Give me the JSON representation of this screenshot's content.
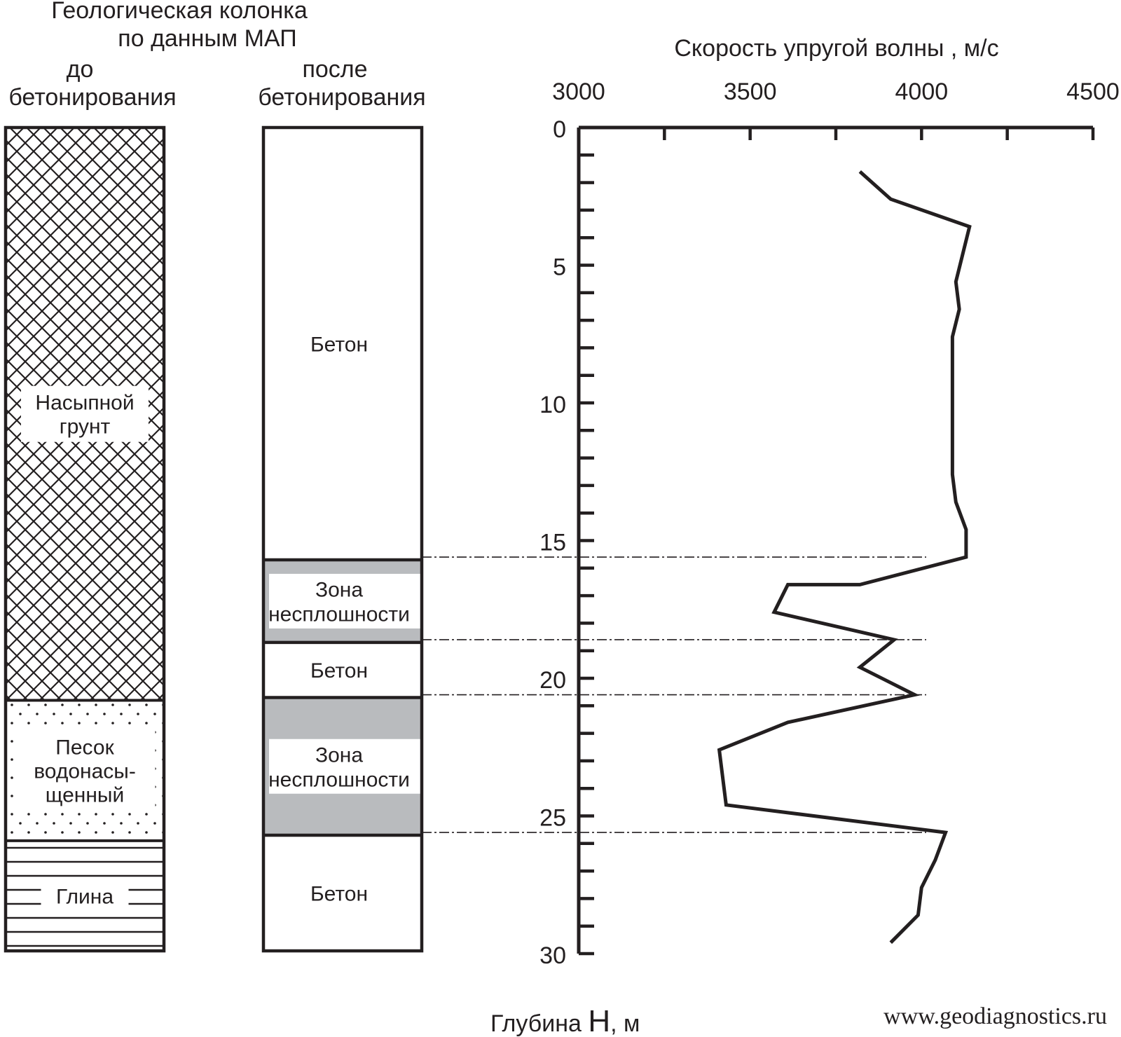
{
  "title": {
    "line1": "Геологическая колонка",
    "line2": "по данным МАП"
  },
  "before_column": {
    "header_line1": "до",
    "header_line2": "бетонирования",
    "layers": [
      {
        "from": 0,
        "to": 20.8,
        "pattern": "crosshatch",
        "label_lines": [
          "Насыпной",
          "грунт"
        ]
      },
      {
        "from": 20.8,
        "to": 25.9,
        "pattern": "dots",
        "label_lines": [
          "Песок",
          "водонасы-",
          "щенный"
        ]
      },
      {
        "from": 25.9,
        "to": 29.9,
        "pattern": "lines",
        "label_lines": [
          "Глина"
        ]
      }
    ]
  },
  "after_column": {
    "header_line1": "после",
    "header_line2": "бетонирования",
    "layers": [
      {
        "from": 0,
        "to": 15.7,
        "type": "concrete",
        "label_lines": [
          "Бетон"
        ]
      },
      {
        "from": 15.7,
        "to": 18.7,
        "type": "zone",
        "label_lines": [
          "Зона",
          "несплошности"
        ]
      },
      {
        "from": 18.7,
        "to": 20.7,
        "type": "concrete",
        "label_lines": [
          "Бетон"
        ]
      },
      {
        "from": 20.7,
        "to": 25.7,
        "type": "zone",
        "label_lines": [
          "Зона",
          "несплошности"
        ]
      },
      {
        "from": 25.7,
        "to": 29.9,
        "type": "concrete",
        "label_lines": [
          "Бетон"
        ]
      }
    ]
  },
  "chart_data": {
    "type": "line",
    "xlabel": "Скорость упругой волны , м/с",
    "ylabel_prefix": "Глубина ",
    "ylabel_symbol": "Н",
    "ylabel_suffix": ", м",
    "xlim": [
      3000,
      4500
    ],
    "ylim": [
      0,
      30
    ],
    "x_ticks": [
      3000,
      3500,
      4000,
      4500
    ],
    "y_ticks": [
      0,
      5,
      10,
      15,
      20,
      25,
      30
    ],
    "series": [
      {
        "x": [
          3820,
          3910,
          4140,
          4100,
          4110,
          4090,
          4090,
          4090,
          4100,
          4130,
          4130,
          3820,
          3610,
          3570,
          3920,
          3820,
          3980,
          3610,
          3410,
          3430,
          4070,
          4040,
          4000,
          3990,
          3910
        ],
        "y": [
          1.6,
          2.6,
          3.6,
          5.6,
          6.6,
          7.6,
          9.6,
          12.6,
          13.6,
          14.6,
          15.6,
          16.6,
          16.6,
          17.6,
          18.6,
          19.6,
          20.6,
          21.6,
          22.6,
          24.6,
          25.6,
          26.6,
          27.6,
          28.6,
          29.6
        ]
      }
    ],
    "guide_depths": [
      15.6,
      18.6,
      20.6,
      25.6
    ]
  },
  "watermark": "www.geodiagnostics.ru"
}
